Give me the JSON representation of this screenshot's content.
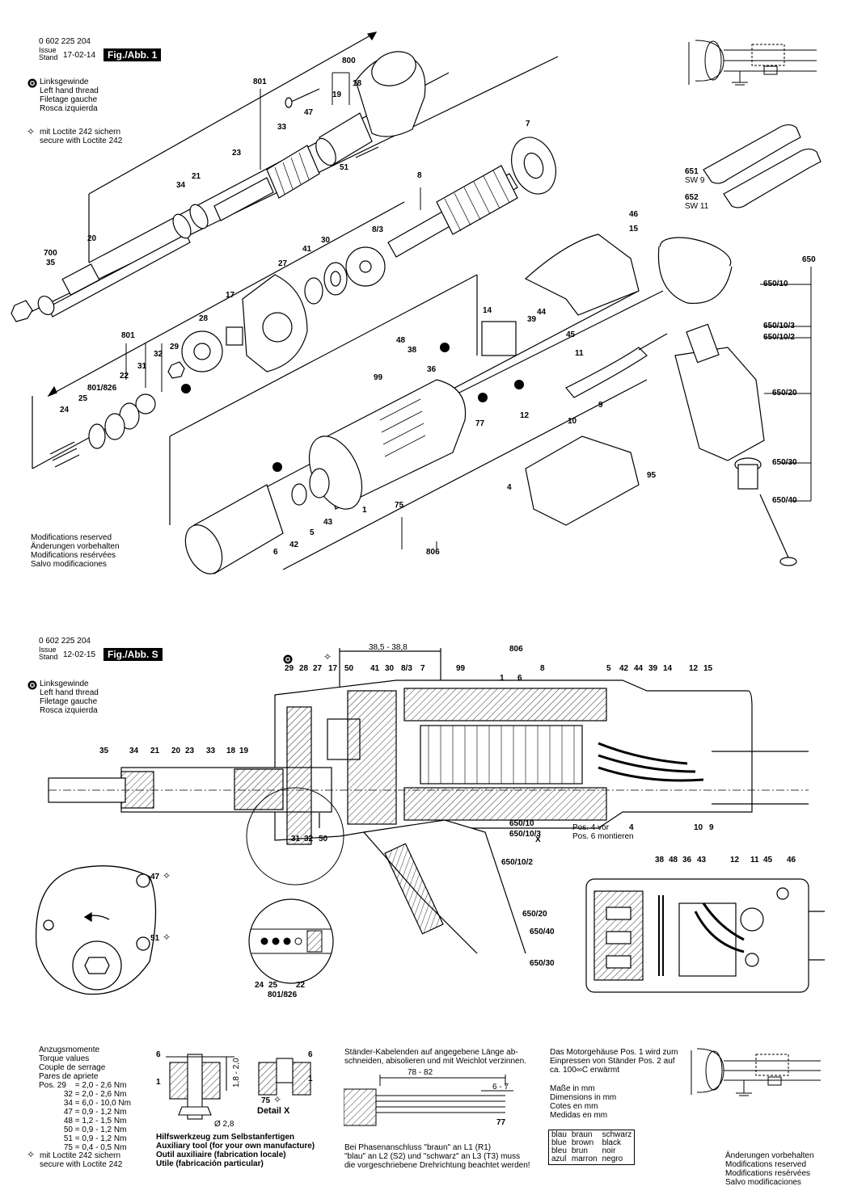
{
  "sheet1": {
    "number": "0 602 225 204",
    "issue_label": "Issue",
    "stand_label": "Stand",
    "date": "17-02-14",
    "fig": "Fig./Abb. 1",
    "left_thread": [
      "Linksgewinde",
      "Left hand thread",
      "Filetage gauche",
      "Rosca izquierda"
    ],
    "loctite": [
      "mit Loctite 242 sichern",
      "secure with Loctite 242"
    ],
    "modifications": [
      "Modifications reserved",
      "Änderungen vorbehalten",
      "Modifications resérvées",
      "Salvo modificaciones"
    ],
    "part_labels": [
      "800",
      "801",
      "18",
      "19",
      "47",
      "33",
      "23",
      "51",
      "21",
      "34",
      "7",
      "8",
      "20",
      "700",
      "35",
      "8/3",
      "41",
      "30",
      "27",
      "46",
      "15",
      "650",
      "650/10",
      "17",
      "28",
      "801",
      "29",
      "32",
      "31",
      "22",
      "801/826",
      "25",
      "24",
      "48",
      "38",
      "36",
      "44",
      "39",
      "14",
      "45",
      "11",
      "650/10/3",
      "650/10/2",
      "99",
      "12",
      "77",
      "9",
      "10",
      "650/20",
      "650/30",
      "650/40",
      "95",
      "4",
      "75",
      "43",
      "5",
      "42",
      "6",
      "806",
      "1",
      "651",
      "SW 9",
      "652",
      "SW 11"
    ]
  },
  "sheet2": {
    "number": "0 602 225 204",
    "issue_label": "Issue",
    "stand_label": "Stand",
    "date": "12-02-15",
    "fig": "Fig./Abb. S",
    "left_thread": [
      "Linksgewinde",
      "Left hand thread",
      "Filetage gauche",
      "Rosca izquierda"
    ],
    "dimension": "38,5 - 38,8",
    "top_labels": [
      "29",
      "28",
      "27",
      "17",
      "50",
      "41",
      "30",
      "8/3",
      "7",
      "99",
      "806",
      "1",
      "6",
      "8",
      "5",
      "42",
      "44",
      "39",
      "14",
      "12",
      "15"
    ],
    "left_labels": [
      "35",
      "34",
      "21",
      "20",
      "23",
      "33",
      "18",
      "19"
    ],
    "bottom_labels": [
      "31",
      "32",
      "50",
      "650/10",
      "650/10/3",
      "650/10/2",
      "650/20",
      "650/40",
      "650/30",
      "X",
      "4",
      "10",
      "9",
      "47",
      "51",
      "24",
      "25",
      "22",
      "801/826"
    ],
    "mount_note": [
      "Pos. 4 vor",
      "Pos. 6 montieren"
    ],
    "detail_labels": [
      "38",
      "48",
      "36",
      "43",
      "12",
      "11",
      "45",
      "46"
    ],
    "torque_heading": [
      "Anzugsmomente",
      "Torque values",
      "Couple de serrage",
      "Pares de apriete"
    ],
    "torque": [
      {
        "pos": "Pos. 29",
        "val": "2,0 -  2,6 Nm"
      },
      {
        "pos": "32",
        "val": "2,0 -  2,6 Nm"
      },
      {
        "pos": "34",
        "val": "6,0 - 10,0 Nm"
      },
      {
        "pos": "47",
        "val": "0,9 -  1,2 Nm"
      },
      {
        "pos": "48",
        "val": "1,2 -  1,5 Nm"
      },
      {
        "pos": "50",
        "val": "0,9 -  1,2 Nm"
      },
      {
        "pos": "51",
        "val": "0,9 -  1,2 Nm"
      },
      {
        "pos": "75",
        "val": "0,4 -  0,5 Nm"
      }
    ],
    "loctite": [
      "mit Loctite 242 sichern",
      "secure with Loctite 242"
    ],
    "tool_labels": [
      "6",
      "1",
      "1,8 - 2,0",
      "Ø 2,8",
      "75",
      "Detail X",
      "6",
      "1"
    ],
    "tool_caption": [
      "Hilfswerkzeug zum Selbstanfertigen",
      "Auxiliary tool (for your own manufacture)",
      "Outil auxiliaire (fabrication locale)",
      "Utile (fabricación particular)"
    ],
    "cable_note": [
      "Ständer-Kabelenden auf angegebene Länge ab-",
      "schneiden, abisolieren und mit Weichlot verzinnen."
    ],
    "cable_dims": [
      "78 - 82",
      "6 - 7",
      "77"
    ],
    "phase_note": [
      "Bei Phasenanschluss \"braun\" an L1 (R1)",
      "\"blau\" an L2 (S2) und \"schwarz\" an L3 (T3) muss",
      "die vorgeschriebene Drehrichtung beachtet werden!"
    ],
    "motor_note": [
      "Das Motorgehäuse Pos. 1 wird zum",
      "Einpressen von Ständer Pos. 2 auf",
      "ca. 100∞C erwärmt"
    ],
    "dimensions_note": [
      "Maße in mm",
      "Dimensions in mm",
      "Cotes en mm",
      "Medidas en mm"
    ],
    "colors": [
      [
        "blau",
        "braun",
        "schwarz"
      ],
      [
        "blue",
        "brown",
        "black"
      ],
      [
        "bleu",
        "brun",
        "noir"
      ],
      [
        "azul",
        "marron",
        "negro"
      ]
    ],
    "modifications": [
      "Änderungen vorbehalten",
      "Modifications reserved",
      "Modifications resérvées",
      "Salvo modificaciones"
    ]
  }
}
